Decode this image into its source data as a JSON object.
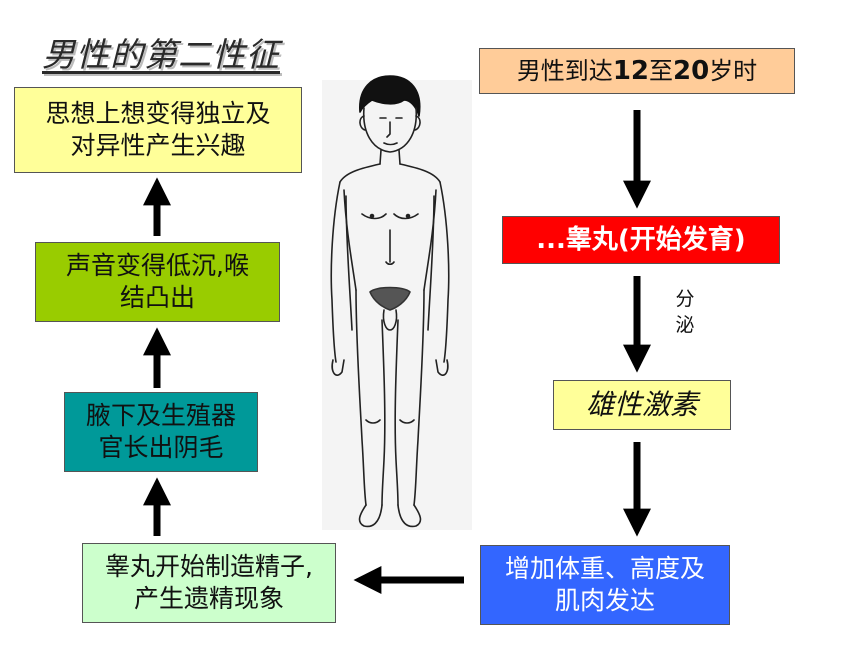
{
  "title": "男性的第二性征",
  "flow": {
    "age_prefix": "男性到达",
    "age_min": "12",
    "age_mid": "至",
    "age_max": "20",
    "age_suffix": "岁时",
    "testes": "...睾丸(开始发育)",
    "secrete_1": "分",
    "secrete_2": "泌",
    "hormone": "雄性激素",
    "growth_1": "增加体重、高度及",
    "growth_2": "肌肉发达",
    "sperm_1": "睾丸开始制造精子,",
    "sperm_2": "产生遗精现象",
    "hair_1": "腋下及生殖器",
    "hair_2": "官长出阴毛",
    "voice_1": "声音变得低沉,喉",
    "voice_2": "结凸出",
    "thought_1": "思想上想变得独立及",
    "thought_2": "对异性产生兴趣"
  },
  "colors": {
    "age_box": "#ffcc99",
    "testes_box": "#ff0000",
    "hormone_box": "#ffff99",
    "growth_box": "#3366ff",
    "sperm_box": "#ccffcc",
    "hair_box": "#009999",
    "voice_box": "#99cc00",
    "thought_box": "#ffff99"
  }
}
